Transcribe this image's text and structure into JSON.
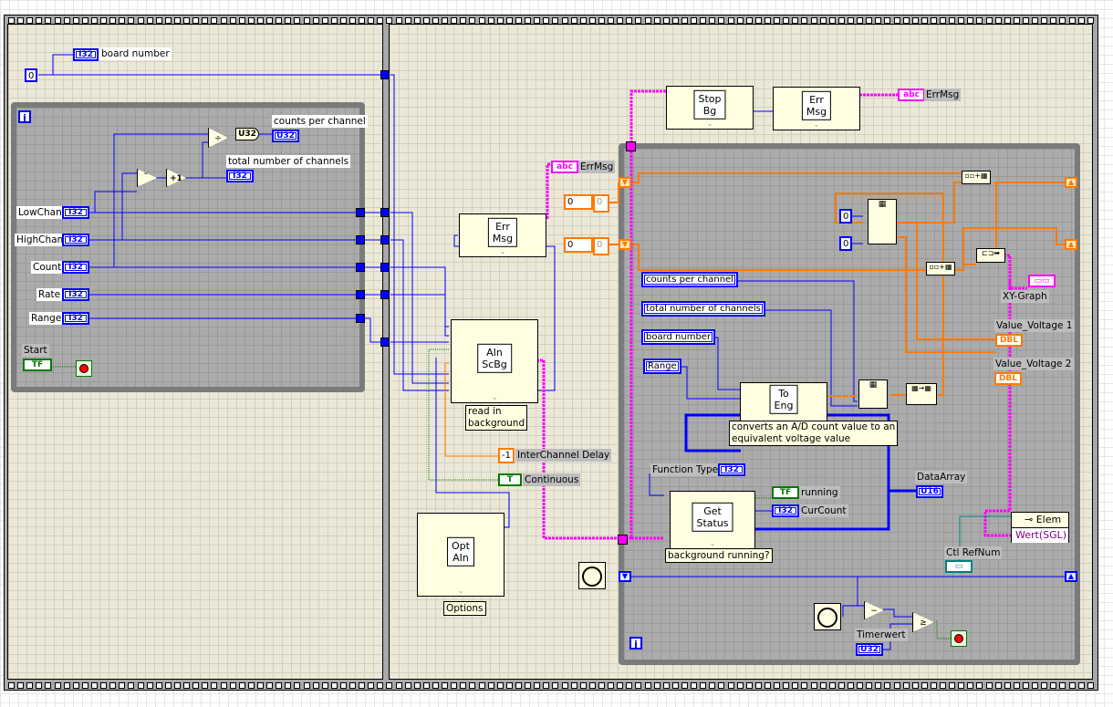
{
  "frame1": {
    "board_number_const": "0",
    "board_number_label": "board number",
    "board_number_type": "I32",
    "loop_iter": "i",
    "counts_per_channel_label": "counts per channel",
    "counts_per_channel_type": "U32",
    "convert_type": "U32",
    "total_channels_label": "total number of channels",
    "total_channels_type": "I32",
    "subtract_op": "−",
    "increment_op": "+1",
    "divide_op": "÷",
    "controls": [
      {
        "label": "LowChan",
        "type": "I32"
      },
      {
        "label": "HighChan",
        "type": "I32"
      },
      {
        "label": "Count",
        "type": "I32"
      },
      {
        "label": "Rate",
        "type": "I32"
      },
      {
        "label": "Range",
        "type": "I32"
      }
    ],
    "start_label": "Start",
    "start_type": "TF"
  },
  "frame2": {
    "errmsg_indicator_label": "ErrMsg",
    "errmsg_indicator_type": "abc",
    "err_msg_vi": "Err\nMsg",
    "ain_scbg_vi": "AIn\nScBg",
    "ain_scbg_caption": "read in\nbackground",
    "interchannel_delay_value": "-1",
    "interchannel_delay_label": "InterChannel Delay",
    "continuous_label": "Continuous",
    "continuous_type": "T",
    "opt_ain_vi": "Opt\nAIn",
    "opt_ain_caption": "Options",
    "shift_reg_consts": [
      {
        "value": "0",
        "inner": "0"
      },
      {
        "value": "0",
        "inner": "0"
      }
    ],
    "stop_bg_vi": "Stop\nBg",
    "err_msg_vi_2": "Err\nMsg",
    "errmsg_indicator_2_label": "ErrMsg",
    "errmsg_indicator_2_type": "abc",
    "loop_iter": "i",
    "locals": [
      "counts per channel",
      "total number of channels",
      "board number",
      "Range"
    ],
    "to_eng_vi": "To\nEng",
    "to_eng_caption": "converts an A/D count value to an\nequivalent voltage value",
    "index_consts": [
      "0",
      "0"
    ],
    "xy_graph_label": "XY-Graph",
    "value_voltage_1_label": "Value_Voltage 1",
    "value_voltage_2_label": "Value_Voltage 2",
    "dbl_type": "DBL",
    "function_type_label": "Function Type",
    "function_type_type": "I32",
    "get_status_vi": "Get\nStatus",
    "get_status_caption": "background running?",
    "running_label": "running",
    "running_type": "TF",
    "curcount_label": "CurCount",
    "curcount_type": "I32",
    "data_array_label": "DataArray",
    "data_array_type": "U16",
    "property_node_elem": "Elem",
    "property_node_value": "Wert(SGL)",
    "ctl_refnum_label": "Ctl RefNum",
    "timerwert_label": "Timerwert",
    "timerwert_type": "U32",
    "subtract_op": "−",
    "compare_op": "≥"
  },
  "colors": {
    "int_wire": "#0000ff",
    "dbl_wire": "#ff7a00",
    "string_wire": "#ff00ff",
    "bool_wire": "#007a00",
    "ref_wire": "#008080",
    "loop_bg": "#ababab",
    "frame_bg": "#ebe8d8",
    "vi_bg": "#fffee0"
  }
}
